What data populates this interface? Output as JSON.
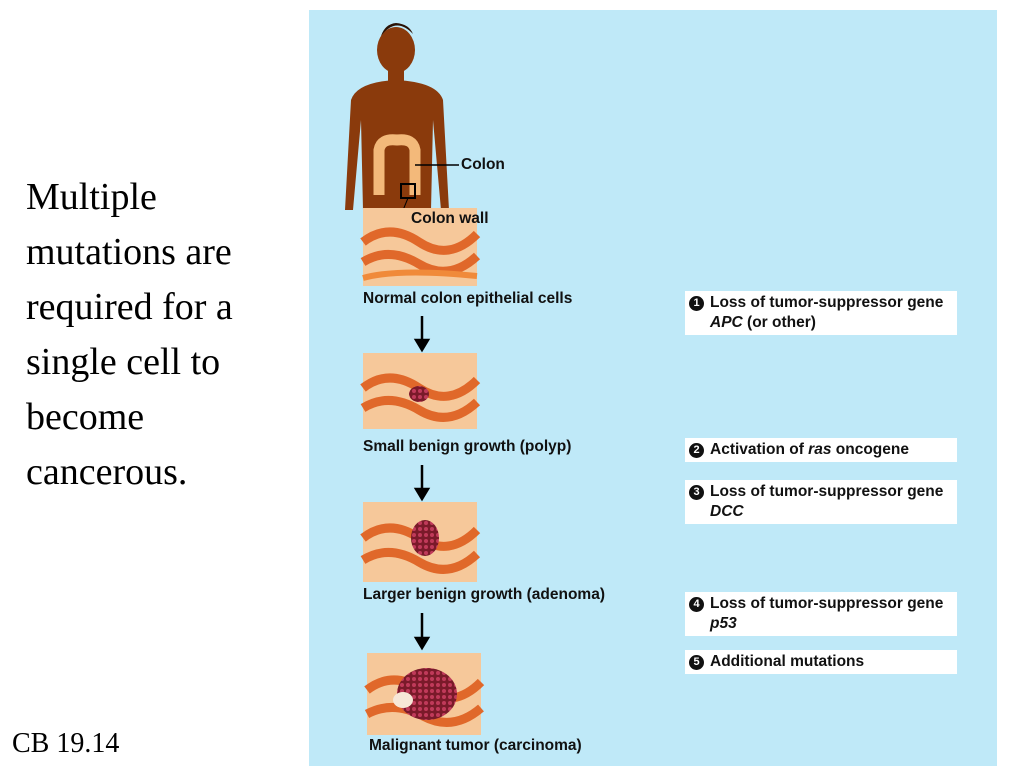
{
  "slide": {
    "text": "Multiple mutations are required for a single cell to become cancerous.",
    "caption": "CB 19.14"
  },
  "figure": {
    "callouts": {
      "colon": "Colon",
      "colon_wall": "Colon wall"
    },
    "stages": [
      "Normal colon epithelial cells",
      "Small benign growth (polyp)",
      "Larger benign growth (adenoma)",
      "Malignant tumor (carcinoma)"
    ],
    "steps": [
      {
        "num": "1",
        "pre": "Loss of tumor-suppressor gene ",
        "gene": "APC",
        "post": " (or other)"
      },
      {
        "num": "2",
        "pre": "Activation of ",
        "gene": "ras",
        "post": " oncogene"
      },
      {
        "num": "3",
        "pre": "Loss of tumor-suppressor gene ",
        "gene": "DCC",
        "post": ""
      },
      {
        "num": "4",
        "pre": "Loss of tumor-suppressor gene ",
        "gene": "p53",
        "post": ""
      },
      {
        "num": "5",
        "pre": "Additional mutations",
        "gene": "",
        "post": ""
      }
    ],
    "colors": {
      "background": "#bfe9f8",
      "skin": "#8a3a0c",
      "colon": "#f3b97a",
      "tissue_light": "#f6c89a",
      "tissue_dark": "#e0682a",
      "tumor": "#7a1a2a"
    }
  }
}
